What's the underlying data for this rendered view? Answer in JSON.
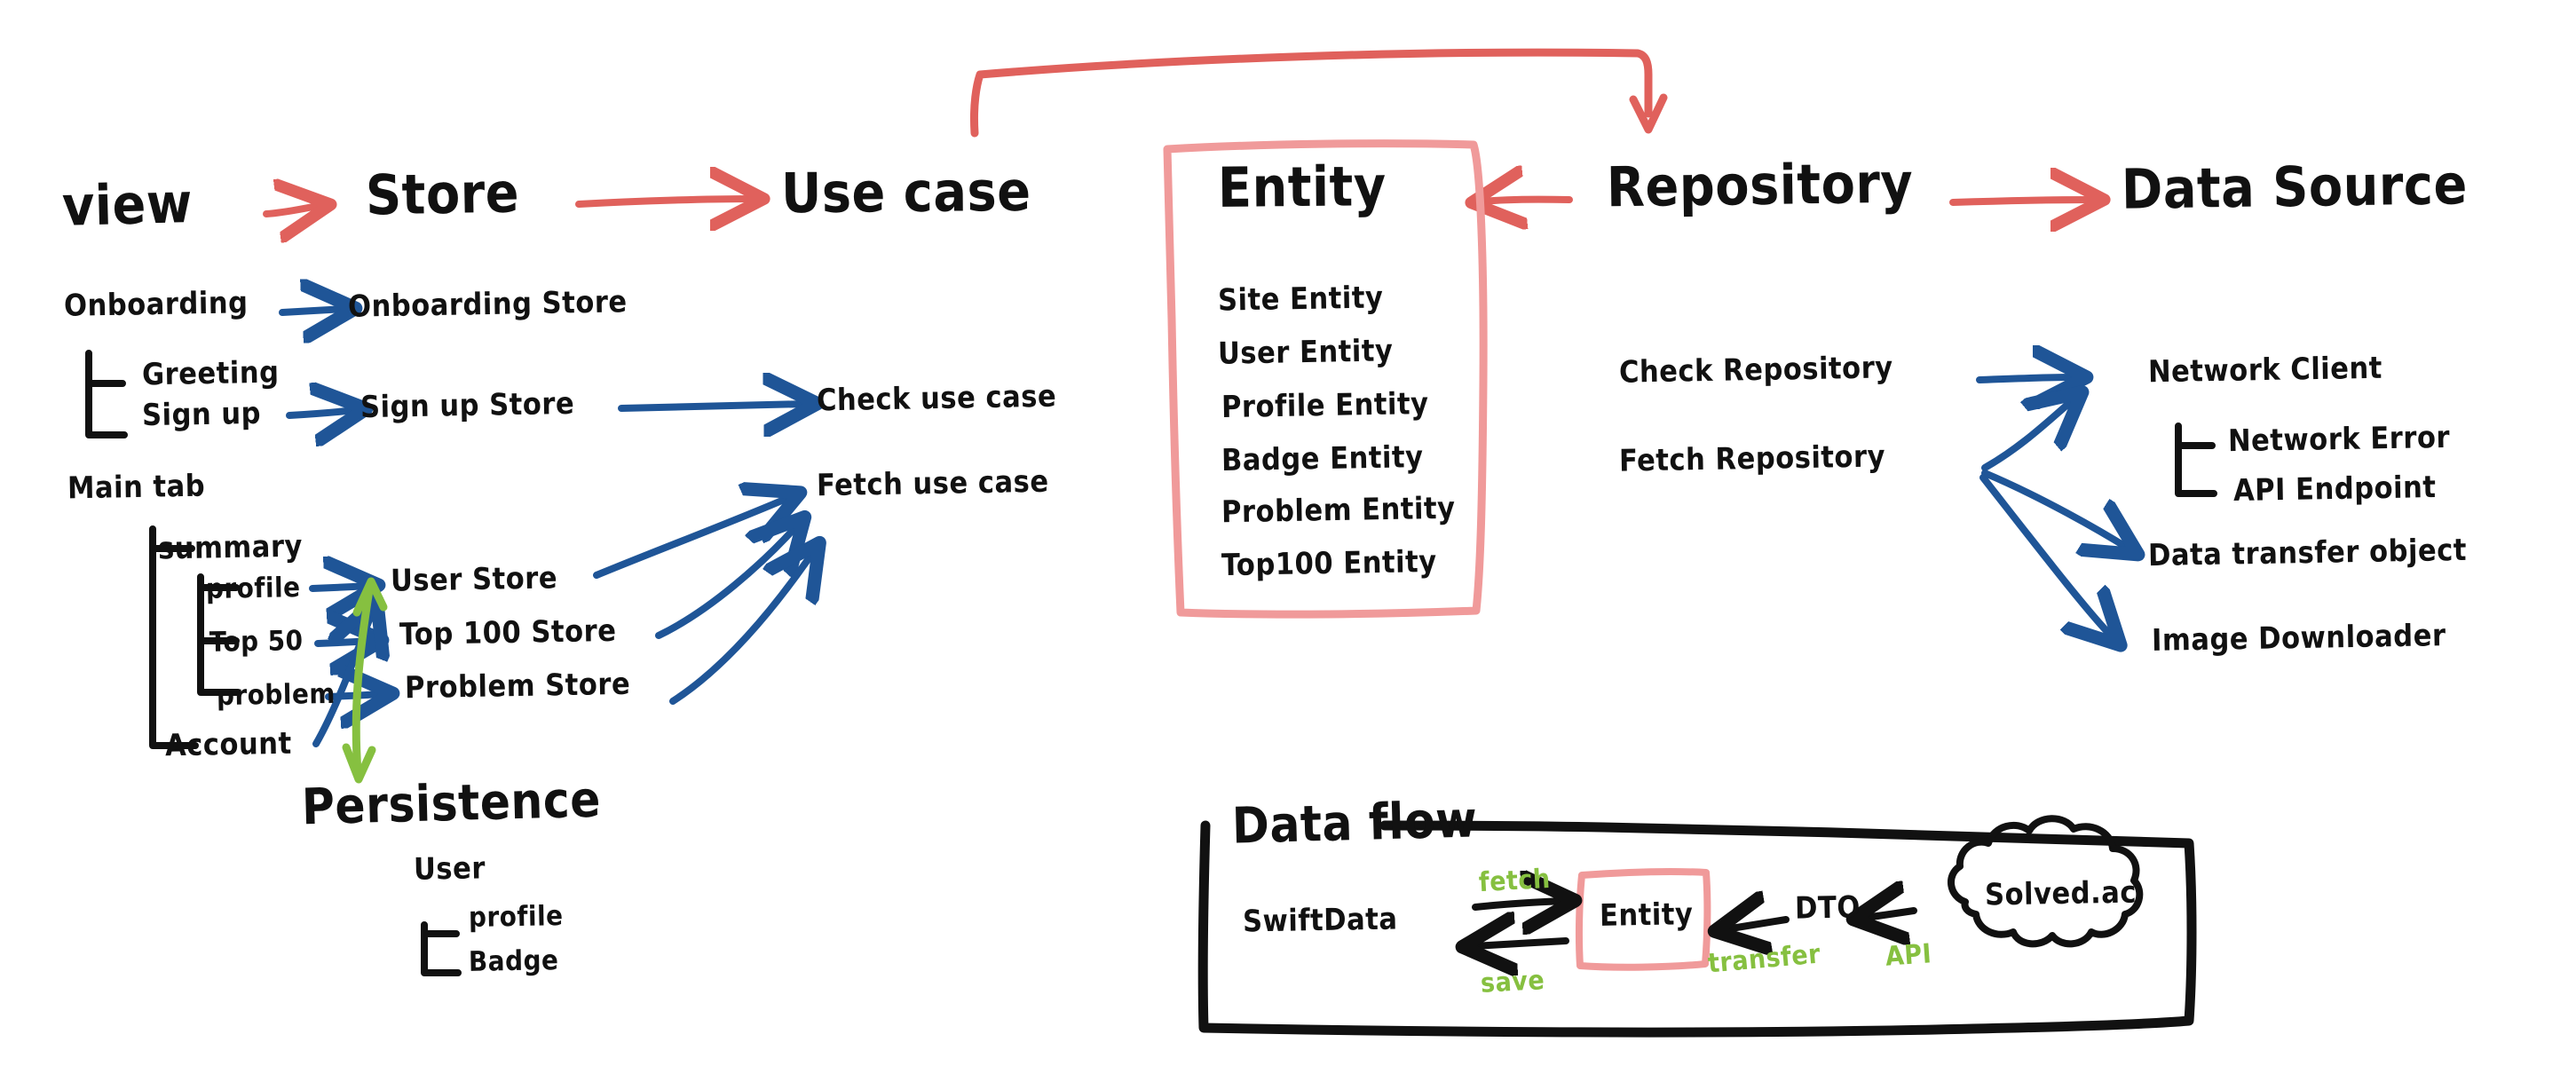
{
  "diagram": {
    "title": "Clean Architecture hand-drawn whiteboard diagram",
    "colors": {
      "ink": "#111111",
      "red_arrow": "#e0615c",
      "pink_box": "#f09a9a",
      "blue_arrow": "#1f5597",
      "green_arrow": "#86c040",
      "background": "#ffffff"
    }
  },
  "columns": {
    "view": {
      "heading": "view",
      "groups": [
        {
          "root": "Onboarding",
          "children": [
            "Greeting",
            "Sign up"
          ]
        },
        {
          "root": "Main tab",
          "children": [
            "summary",
            "profile",
            "Top 50",
            "problem",
            "Account"
          ]
        }
      ],
      "tree": {
        "onboarding": "Onboarding",
        "greeting": "Greeting",
        "sign_up": "Sign up",
        "main_tab": "Main tab",
        "summary": "summary",
        "profile": "profile",
        "top50": "Top 50",
        "problem": "problem",
        "account": "Account"
      }
    },
    "store": {
      "heading": "Store",
      "items": [
        "Onboarding Store",
        "Sign up Store",
        "User Store",
        "Top 100 Store",
        "Problem Store"
      ]
    },
    "use_case": {
      "heading": "Use case",
      "items": [
        "Check use case",
        "Fetch use case"
      ]
    },
    "entity": {
      "heading": "Entity",
      "items": [
        "Site Entity",
        "User Entity",
        "Profile Entity",
        "Badge Entity",
        "Problem Entity",
        "Top100 Entity"
      ]
    },
    "repository": {
      "heading": "Repository",
      "items": [
        "Check Repository",
        "Fetch Repository"
      ]
    },
    "data_source": {
      "heading": "Data Source",
      "items": [
        "Network Client",
        "Network Error",
        "API Endpoint",
        "Data transfer object",
        "Image Downloader"
      ],
      "tree": {
        "network_client": "Network Client",
        "network_error": "Network Error",
        "api_endpoint": "API Endpoint",
        "dto": "Data transfer object",
        "image_downloader": "Image Downloader"
      }
    }
  },
  "persistence": {
    "heading": "Persistence",
    "root": "User",
    "children": [
      "profile",
      "Badge"
    ]
  },
  "data_flow": {
    "heading": "Data flow",
    "nodes": {
      "swift_data": "SwiftData",
      "entity": "Entity",
      "dto": "DTO",
      "cloud": "Solved.ac"
    },
    "edge_labels": {
      "fetch": "fetch",
      "save": "save",
      "transfer": "transfer",
      "api": "API"
    }
  }
}
